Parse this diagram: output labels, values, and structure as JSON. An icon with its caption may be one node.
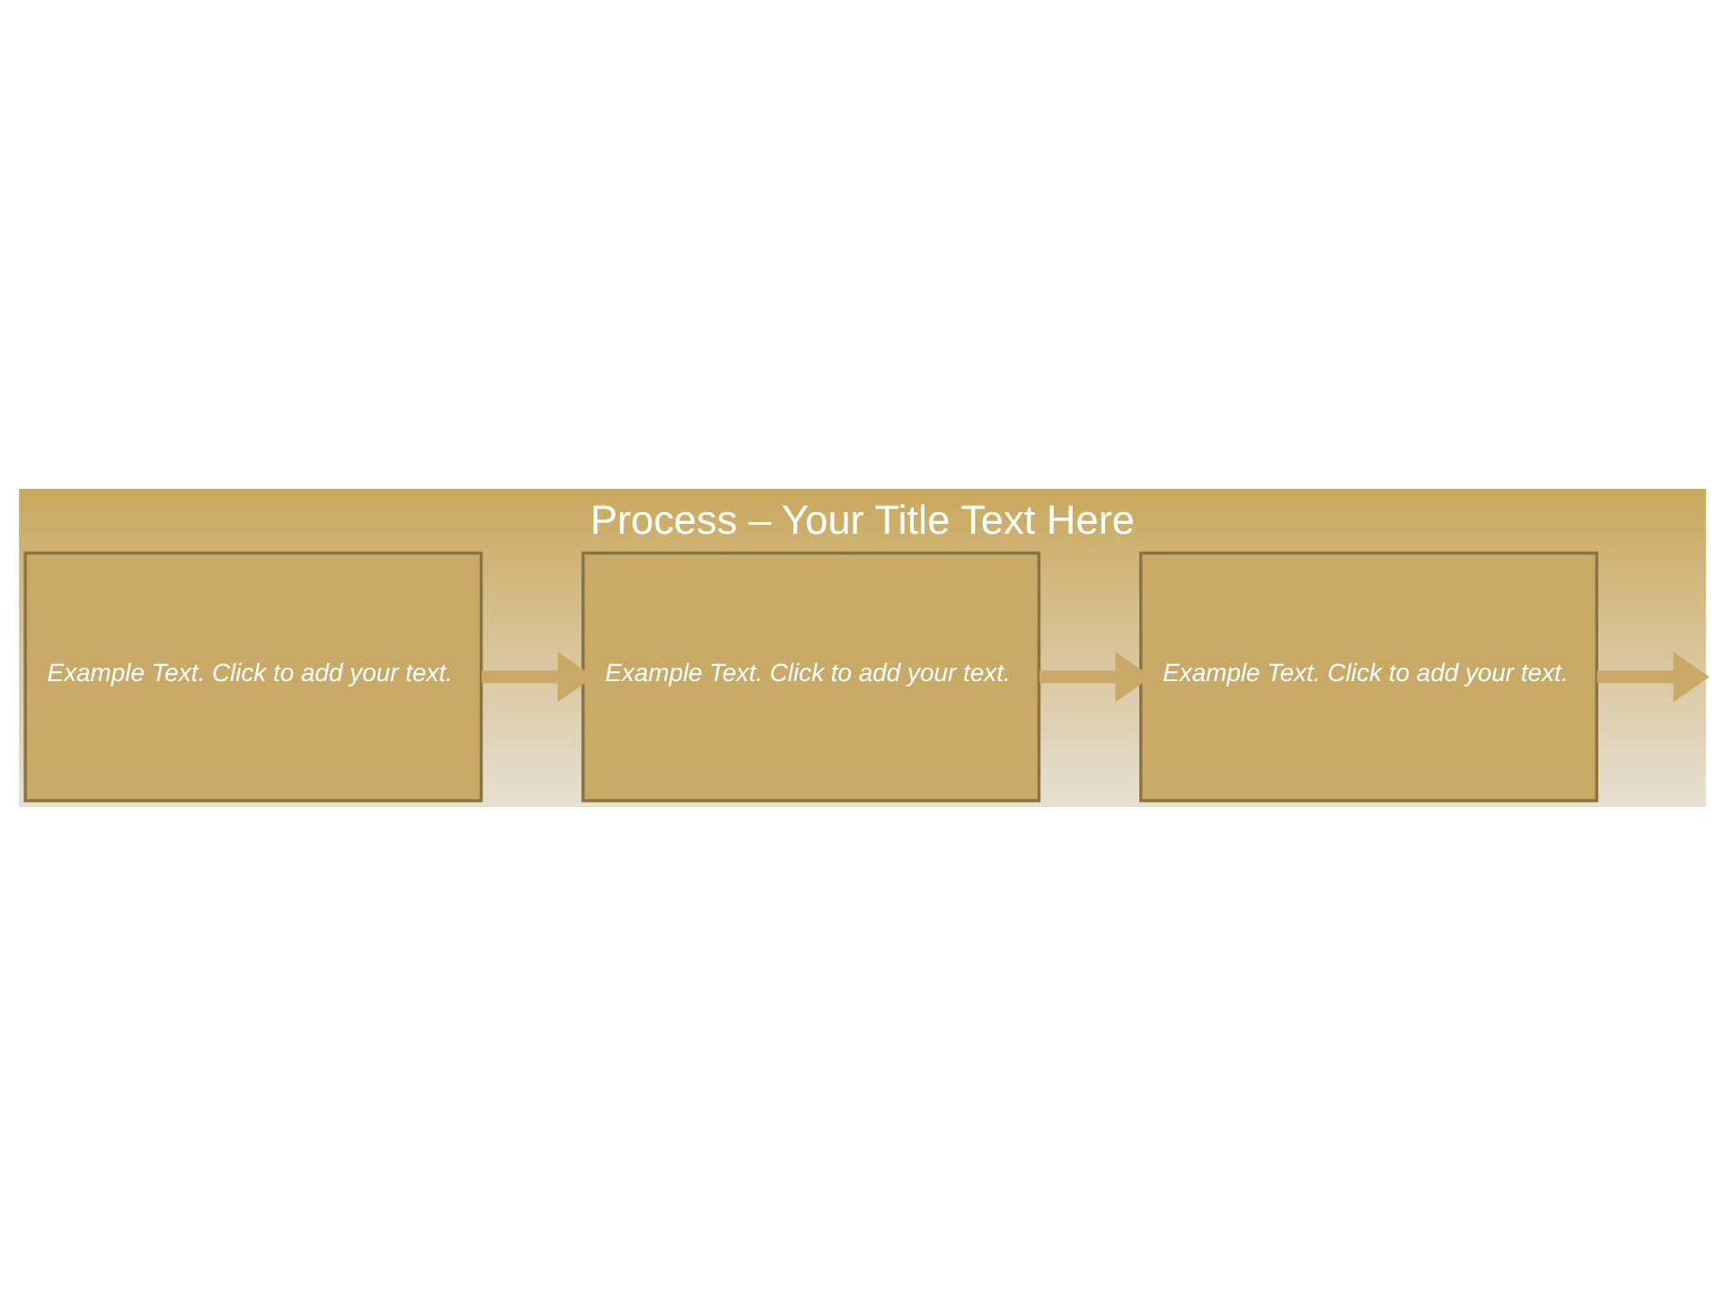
{
  "diagram": {
    "title": "Process – Your Title Text Here",
    "nodes": [
      {
        "text": [
          "Example Text. Click to add your text."
        ]
      },
      {
        "text": [
          "Example Text. Click to add your text."
        ]
      },
      {
        "text": [
          "Example Text. Click to add your text."
        ]
      }
    ],
    "edges": [
      {
        "from": 0,
        "to": 1,
        "arrow": "to"
      },
      {
        "from": 1,
        "to": 2,
        "arrow": "to"
      },
      {
        "from": 2,
        "to": null,
        "arrow": "to"
      }
    ]
  }
}
